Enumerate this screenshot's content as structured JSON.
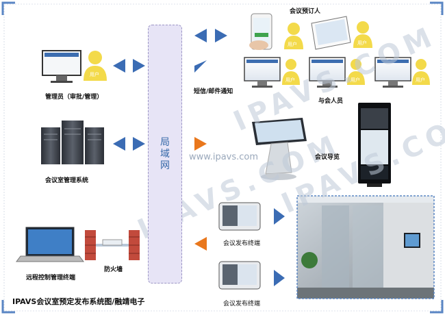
{
  "lan": {
    "label_line1": "局",
    "label_line2": "域",
    "label_line3": "网"
  },
  "labels": {
    "booker": "会议预订人",
    "admin": "管理员（审批/管理）",
    "sms": "短信/邮件通知",
    "attendees": "与会人员",
    "server": "会议室管理系统",
    "guide": "会议导览",
    "firewall": "防火墙",
    "remote": "远程控制管理终端",
    "terminal1": "会议发布终端",
    "terminal2": "会议发布终端",
    "user": "用户"
  },
  "footer": {
    "title": "IPAVS会议室预定发布系统图/融靖电子"
  },
  "watermark": {
    "text1": "IPAVS.COM",
    "text2": "IPAVS.COM",
    "text3": "IPAVS.COM",
    "url": "www.ipavs.com"
  },
  "colors": {
    "frame": "#5a86c4",
    "arrow_blue": "#3b6cb4",
    "arrow_orange": "#e9771c",
    "user": "#f3da4a",
    "lan_fill": "#e7e4f6"
  }
}
